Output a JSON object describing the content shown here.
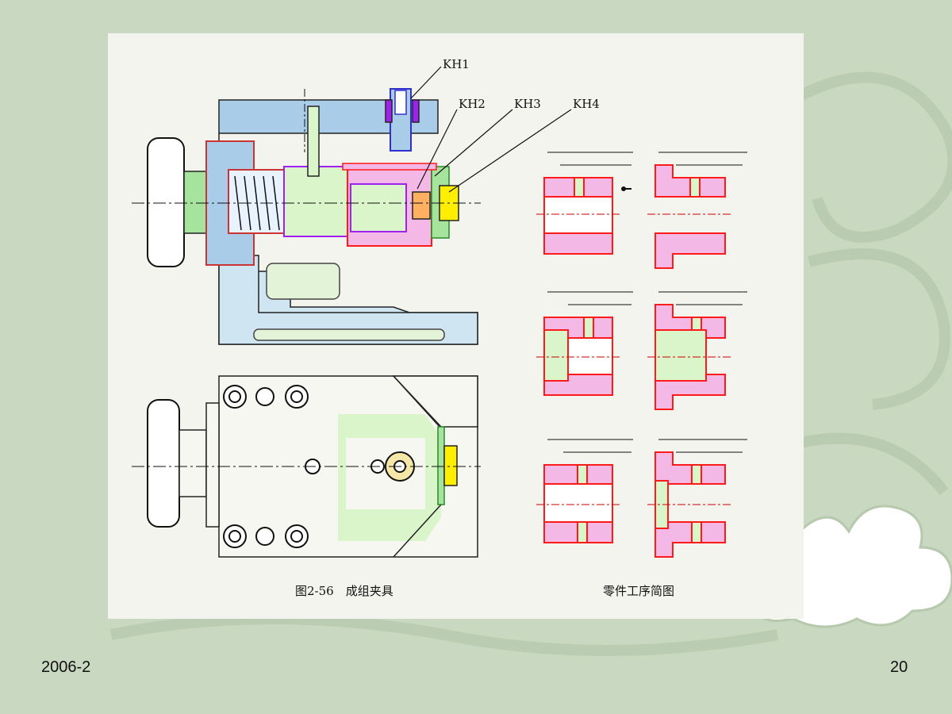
{
  "slide": {
    "date": "2006-2",
    "page_number": "20"
  },
  "figure": {
    "labels": [
      "KH1",
      "KH2",
      "KH3",
      "KH4"
    ],
    "caption_left": "图2-56　成组夹具",
    "caption_right": "零件工序简图"
  },
  "colors": {
    "background": "#c9d8c0",
    "part_fill": "#f4b8e6",
    "part_outline": "#ff1a1a",
    "base_fill": "#c9e2f2",
    "insert_fill": "#d9f5c9",
    "knob_fill": "#ffffff",
    "yellow": "#ffee00"
  }
}
